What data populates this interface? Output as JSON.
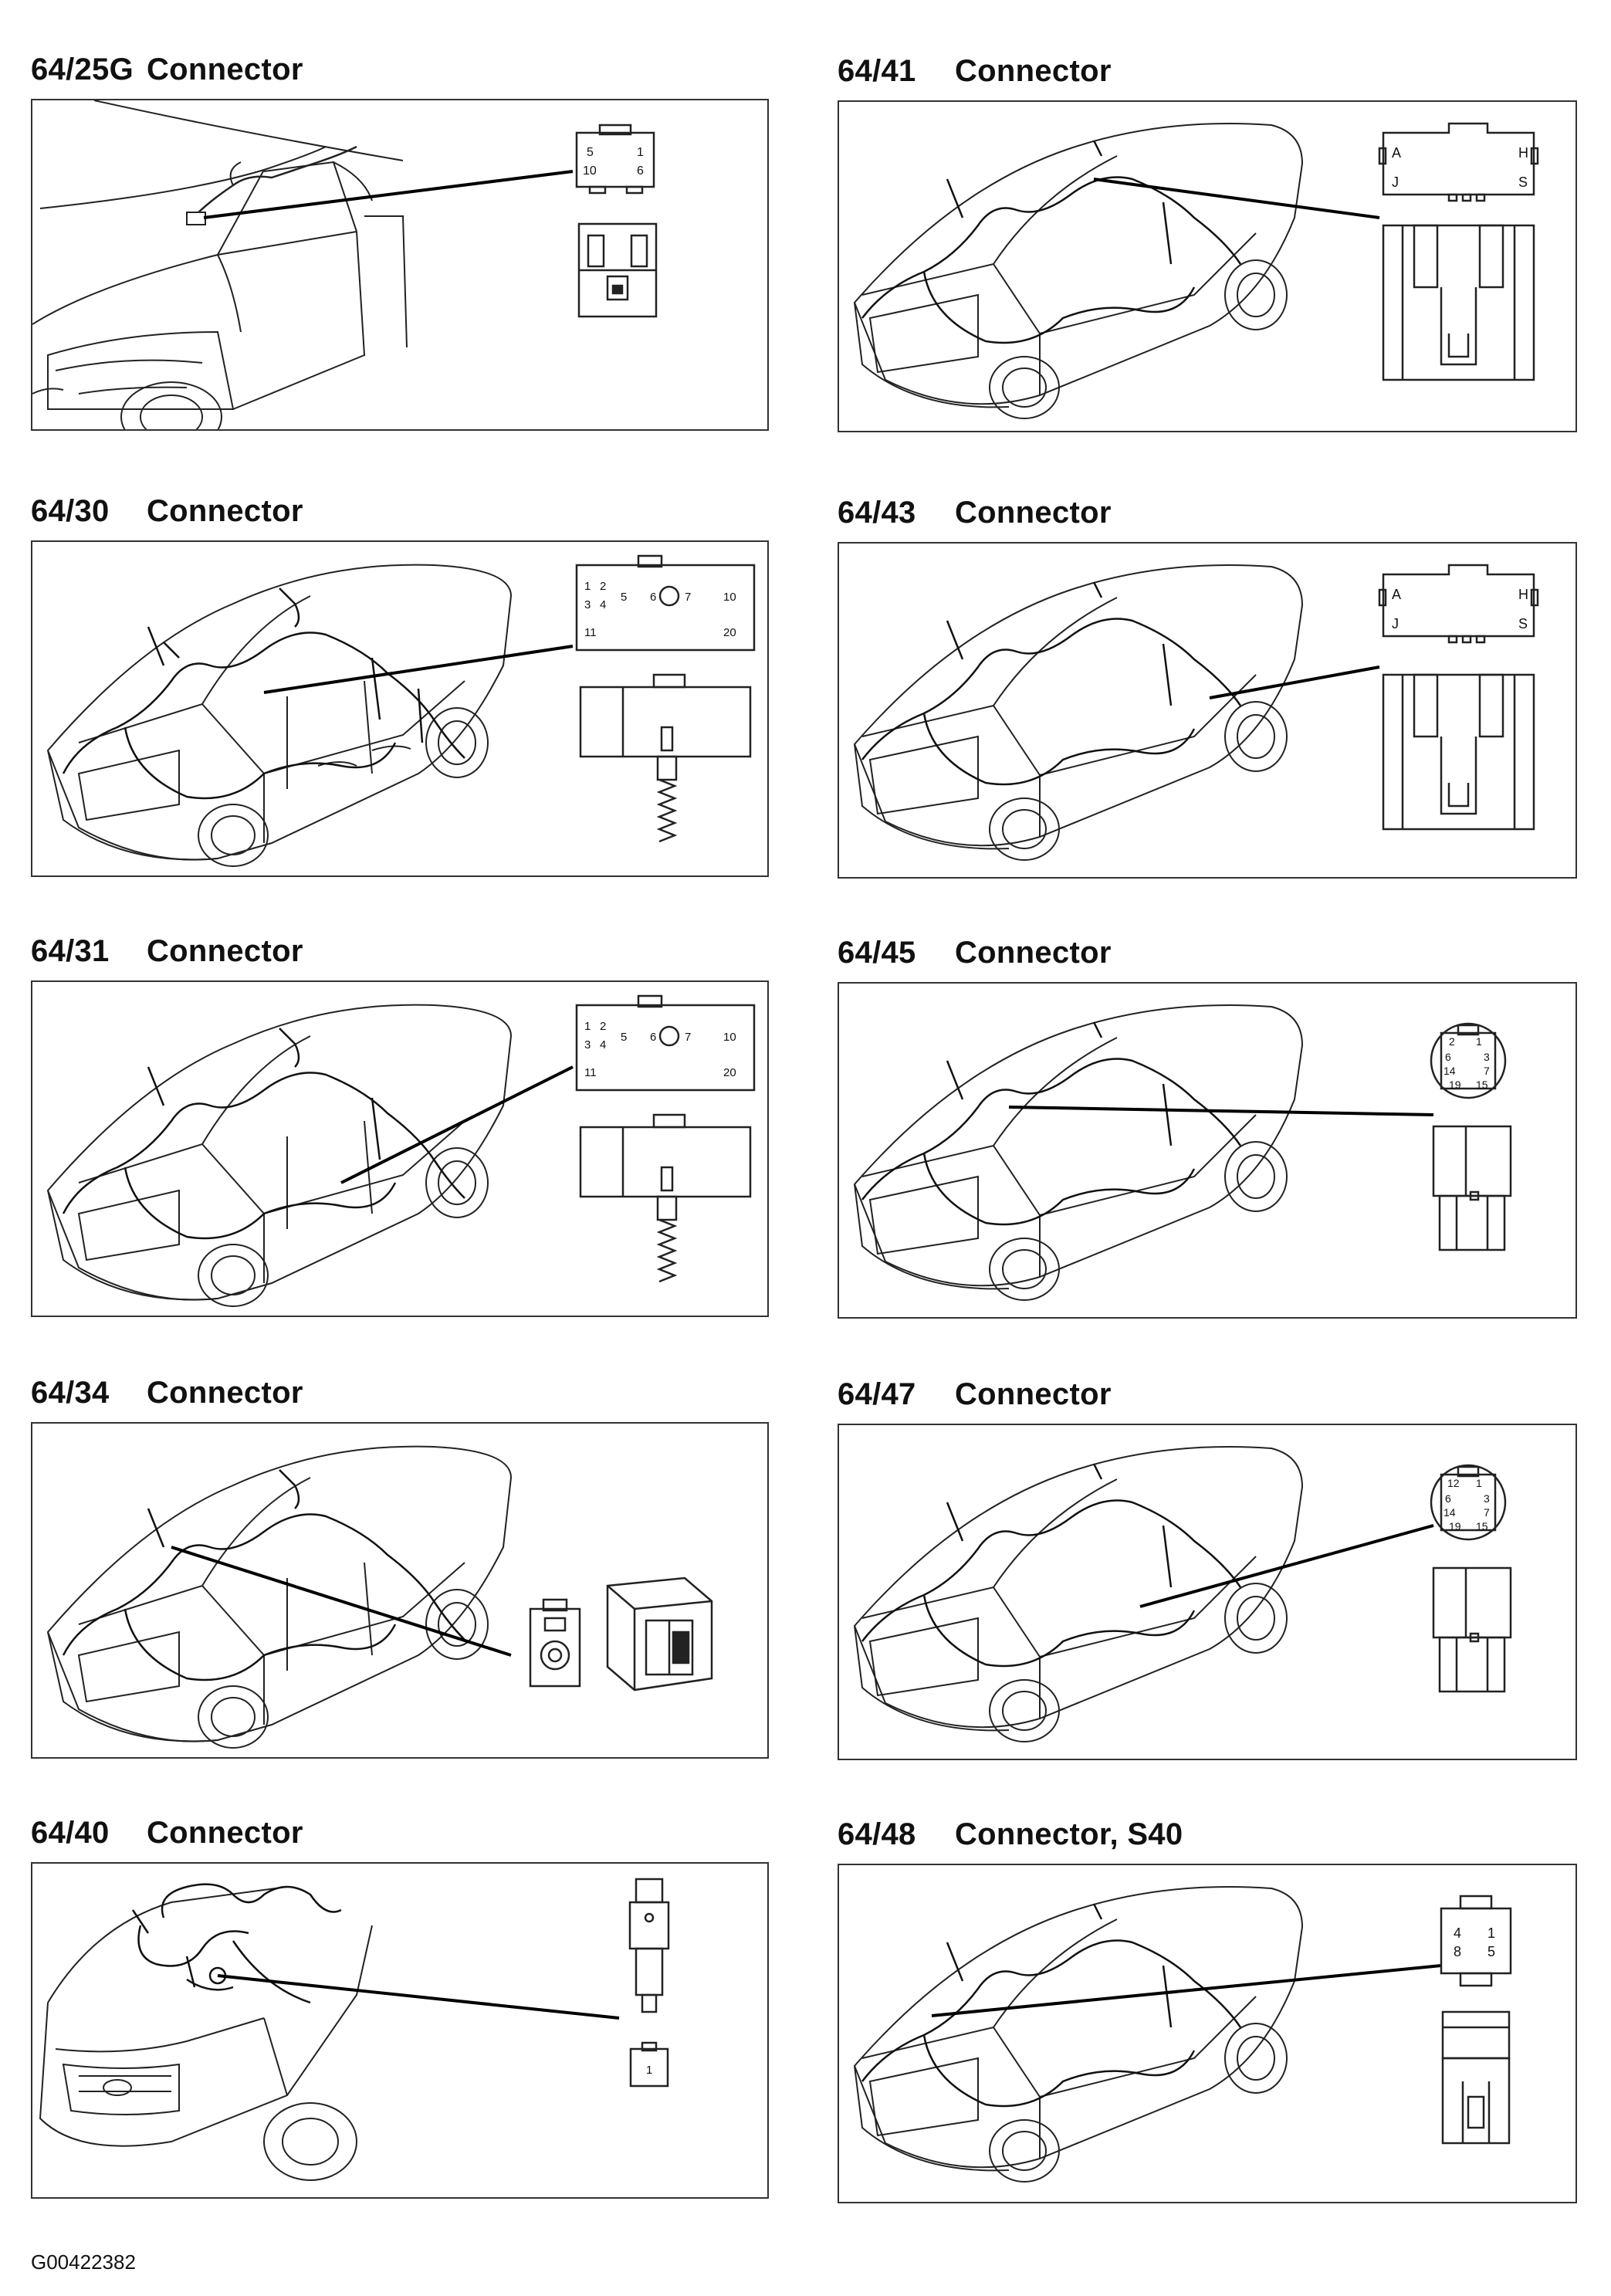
{
  "panels": [
    {
      "code": "64/25G",
      "label": "Connector",
      "pins": [
        "5",
        "1",
        "10",
        "6"
      ]
    },
    {
      "code": "64/41",
      "label": "Connector",
      "pins": [
        "A",
        "H",
        "J",
        "S"
      ]
    },
    {
      "code": "64/30",
      "label": "Connector",
      "pins": [
        "1",
        "2",
        "5",
        "6",
        "7",
        "10",
        "3",
        "4",
        "11",
        "20"
      ]
    },
    {
      "code": "64/43",
      "label": "Connector",
      "pins": [
        "A",
        "H",
        "J",
        "S"
      ]
    },
    {
      "code": "64/31",
      "label": "Connector",
      "pins": [
        "1",
        "2",
        "5",
        "6",
        "7",
        "10",
        "3",
        "4",
        "11",
        "20"
      ]
    },
    {
      "code": "64/45",
      "label": "Connector",
      "pins": [
        "2",
        "1",
        "6",
        "3",
        "14",
        "7",
        "19",
        "15"
      ]
    },
    {
      "code": "64/34",
      "label": "Connector",
      "pins": []
    },
    {
      "code": "64/47",
      "label": "Connector",
      "pins": [
        "12",
        "1",
        "6",
        "3",
        "14",
        "7",
        "19",
        "15"
      ]
    },
    {
      "code": "64/40",
      "label": "Connector",
      "pins": [
        "1"
      ]
    },
    {
      "code": "64/48",
      "label": "Connector, S40",
      "pins": [
        "4",
        "1",
        "8",
        "5"
      ]
    }
  ],
  "figure_id": "G00422382"
}
